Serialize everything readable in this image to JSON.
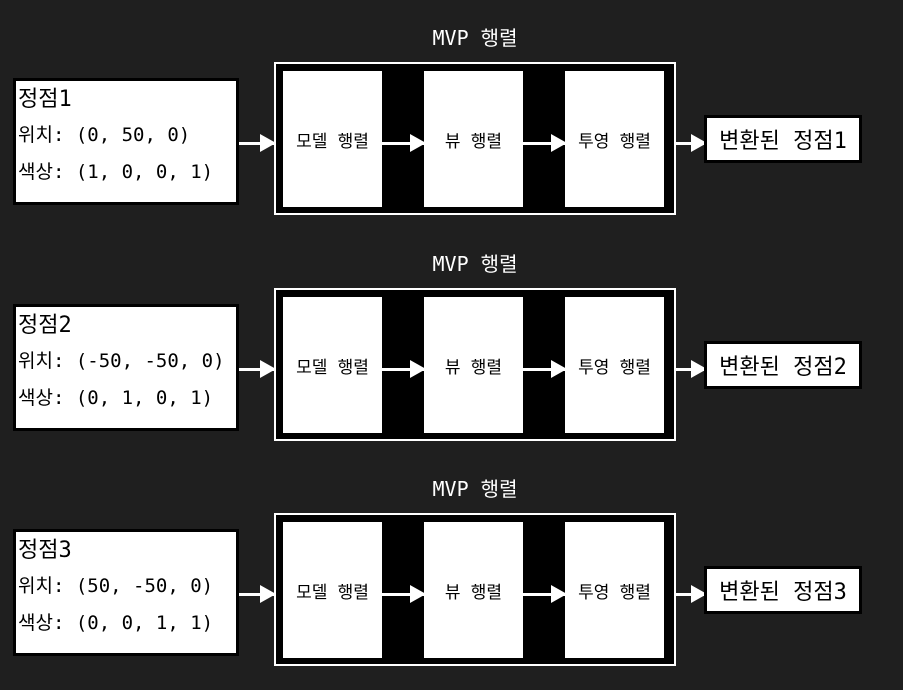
{
  "rows": [
    {
      "title": "MVP 행렬",
      "vertex": {
        "name": "정점1",
        "position": "위치: (0, 50, 0)",
        "color": "색상: (1, 0, 0, 1)"
      },
      "stages": [
        "모델 행렬",
        "뷰 행렬",
        "투영 행렬"
      ],
      "output": "변환된 정점1"
    },
    {
      "title": "MVP 행렬",
      "vertex": {
        "name": "정점2",
        "position": "위치: (-50, -50, 0)",
        "color": "색상: (0, 1, 0, 1)"
      },
      "stages": [
        "모델 행렬",
        "뷰 행렬",
        "투영 행렬"
      ],
      "output": "변환된 정점2"
    },
    {
      "title": "MVP 행렬",
      "vertex": {
        "name": "정점3",
        "position": "위치: (50, -50, 0)",
        "color": "색상: (0, 0, 1, 1)"
      },
      "stages": [
        "모델 행렬",
        "뷰 행렬",
        "투영 행렬"
      ],
      "output": "변환된 정점3"
    }
  ]
}
